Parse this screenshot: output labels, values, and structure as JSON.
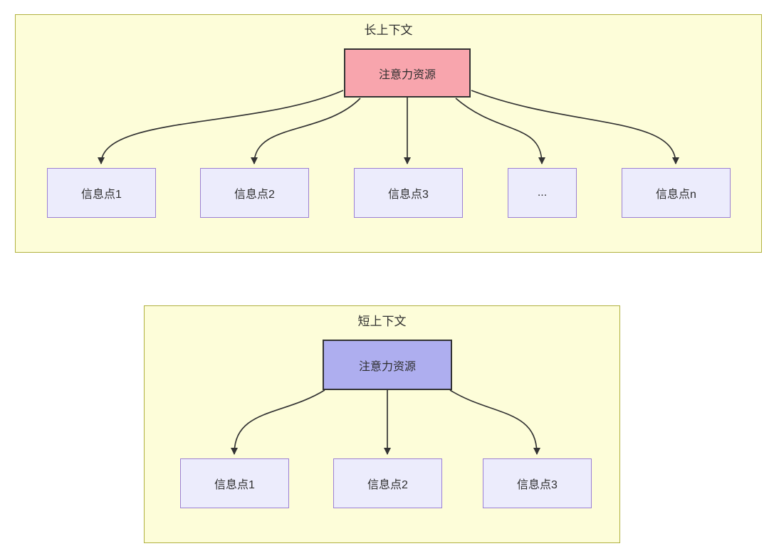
{
  "colors": {
    "canvas-bg": "#ffffff",
    "panel-bg": "#fdfdd9",
    "panel-border": "#b1b13f",
    "attention-red-bg": "#f8a5ad",
    "attention-purple-bg": "#aeaeef",
    "node-bg": "#ececfc",
    "node-border": "#9b7fd4",
    "box-border-dark": "#333333",
    "arrow": "#333333",
    "text": "#2f2f2f"
  },
  "long_context": {
    "title": "长上下文",
    "attention_label": "注意力资源",
    "nodes": [
      "信息点1",
      "信息点2",
      "信息点3",
      "...",
      "信息点n"
    ]
  },
  "short_context": {
    "title": "短上下文",
    "attention_label": "注意力资源",
    "nodes": [
      "信息点1",
      "信息点2",
      "信息点3"
    ]
  }
}
